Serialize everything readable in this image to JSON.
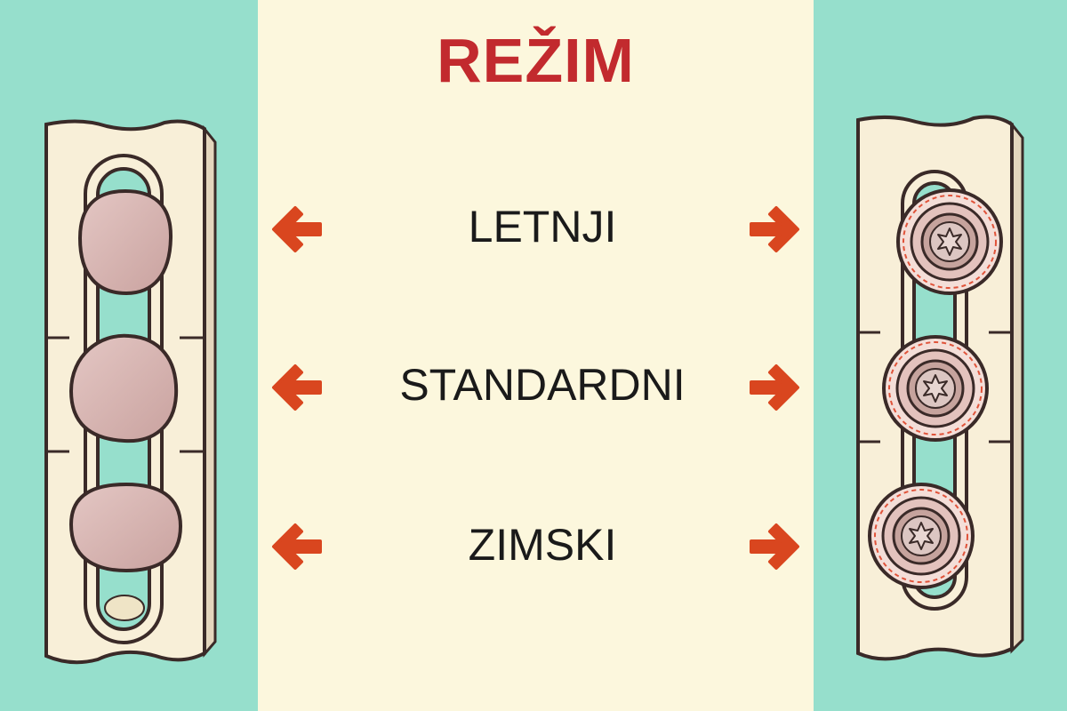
{
  "title": "REŽIM",
  "modes": [
    {
      "label": "LETNJI"
    },
    {
      "label": "STANDARDNI"
    },
    {
      "label": "ZIMSKI"
    }
  ],
  "colors": {
    "background": "#96dfcc",
    "panel": "#fcf7dd",
    "title": "#c22a2e",
    "arrow": "#d9461f",
    "frame": "#f8efd8",
    "outline": "#3a2a28",
    "cam": "#d7b5b3"
  },
  "icons": {
    "left_fitting": "eccentric-pin-fitting",
    "right_fitting": "adjustable-roller-fitting",
    "arrow_left": "arrow-left-icon",
    "arrow_right": "arrow-right-icon",
    "roller_head": "torx-star-icon"
  }
}
